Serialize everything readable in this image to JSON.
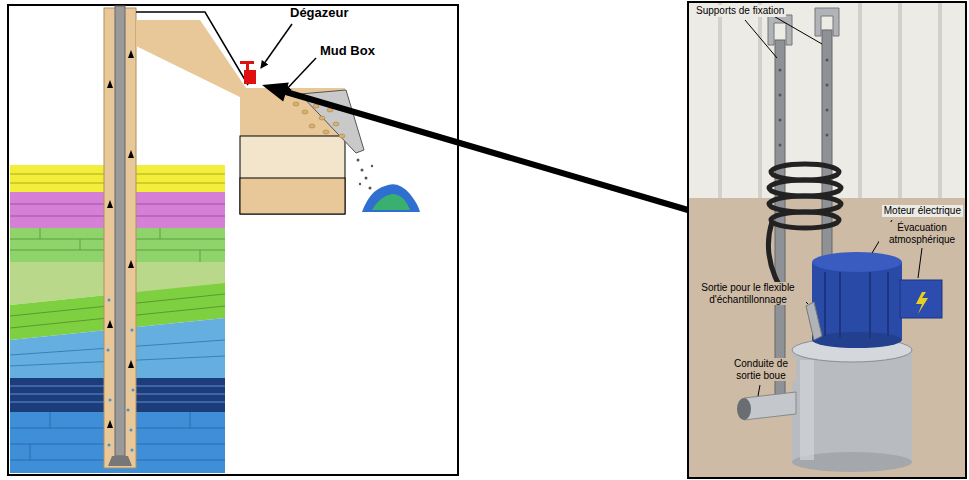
{
  "diagram": {
    "labels": [
      "Dégazeur",
      "Mud Box",
      "Supports de fixation",
      "Moteur électrique",
      "Évacuation atmosphérique",
      "Sortie pour le flexible d'échantillonnage",
      "Conduite de sortie boue"
    ]
  }
}
